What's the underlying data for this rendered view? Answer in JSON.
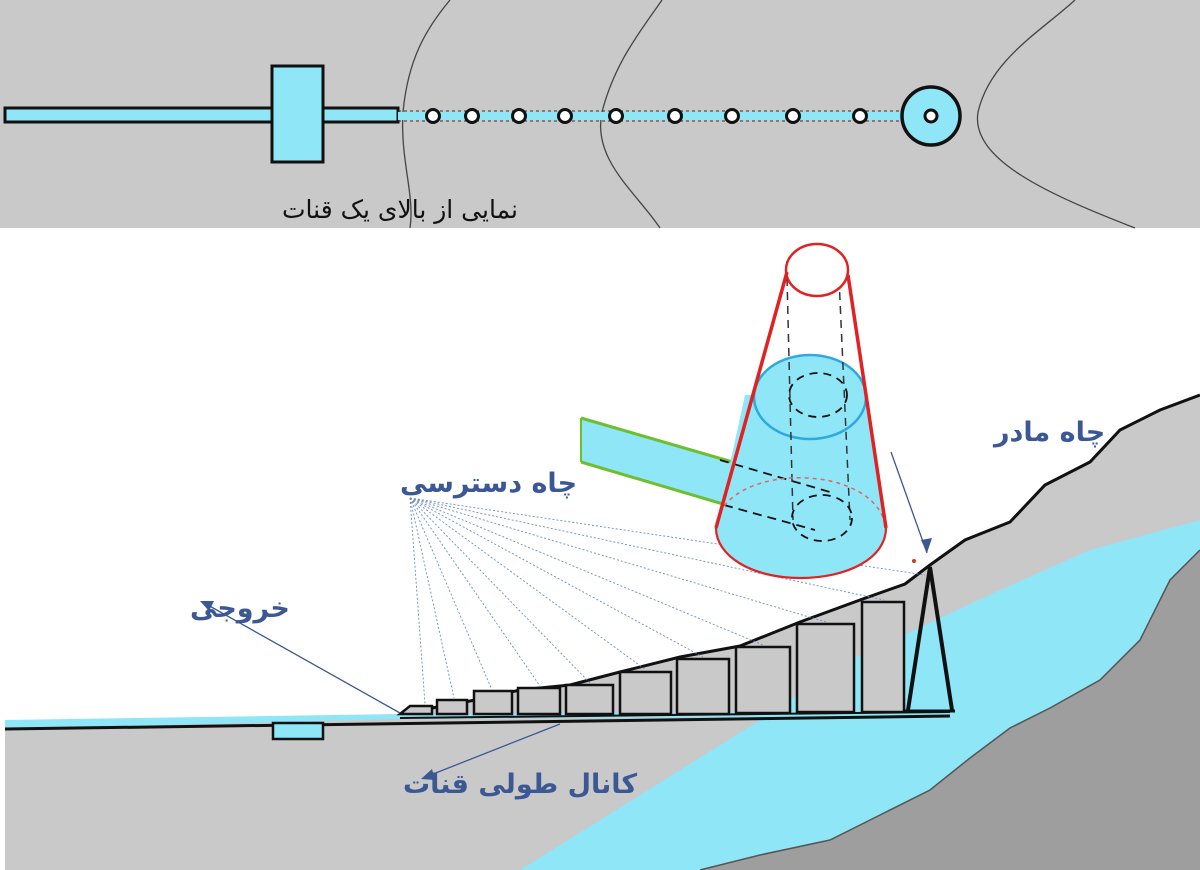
{
  "plan_view": {
    "caption": "نمایی از بالای یک قنات"
  },
  "section_view": {
    "labels": {
      "access_wells": "چاه دسترسی",
      "mother_well": "چاه مادر",
      "outlet": "خروجی",
      "longitudinal_channel": "کانال طولی قنات"
    }
  },
  "colors": {
    "water": "#8fe6f7",
    "ground": "#c9c9c9",
    "bedrock": "#9e9e9e",
    "label_text": "#3b5895",
    "mother_well_outline": "#e02222",
    "pipe_outline": "#6dbf2e",
    "outline": "#111111"
  }
}
